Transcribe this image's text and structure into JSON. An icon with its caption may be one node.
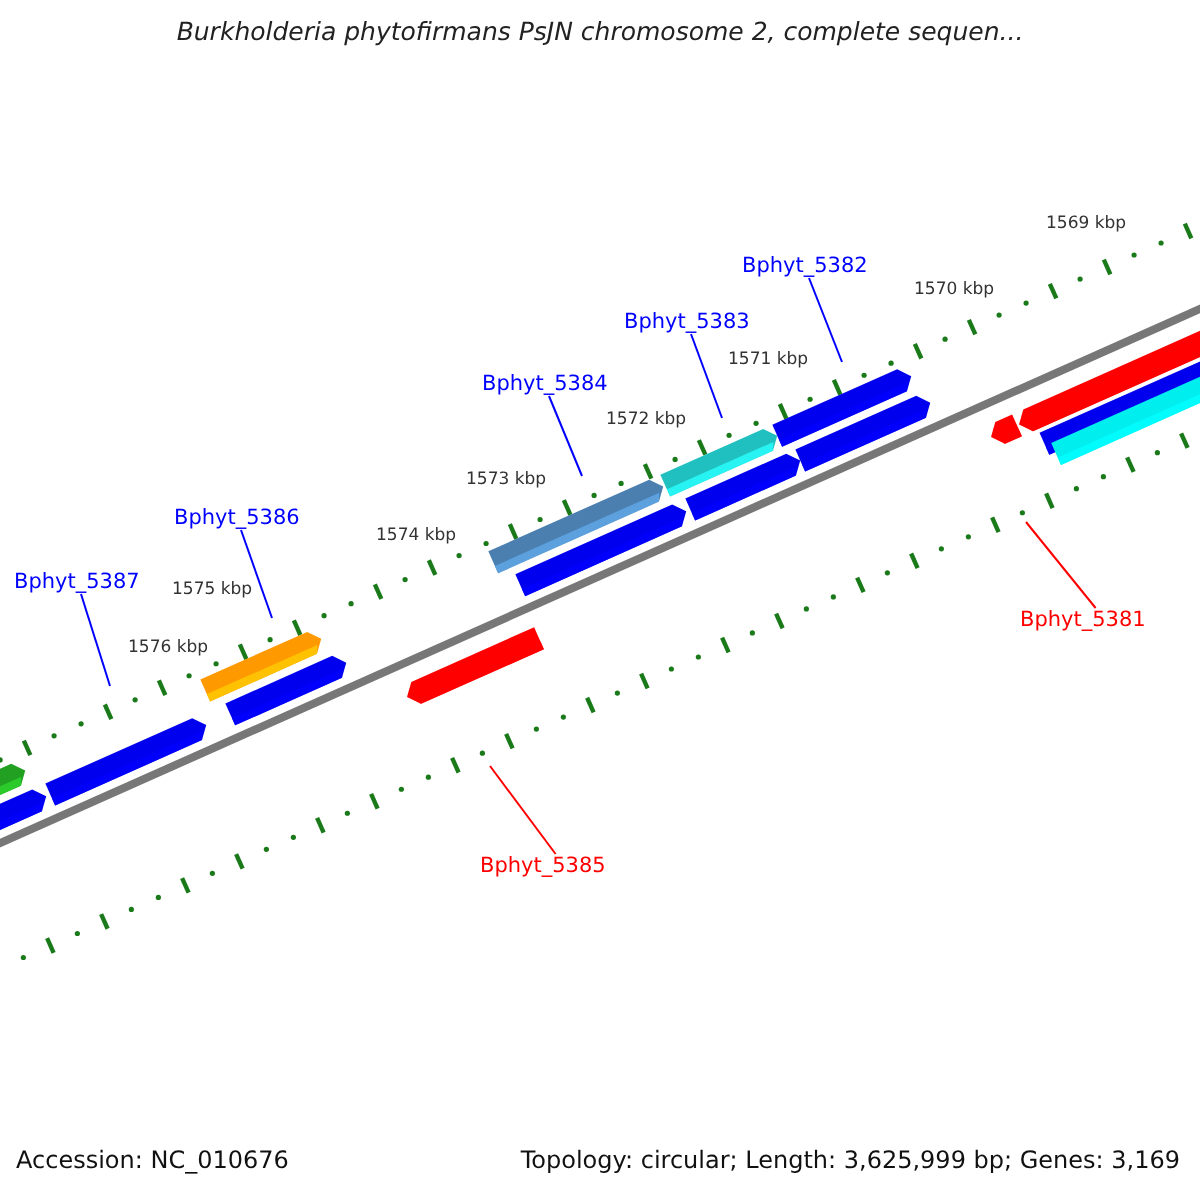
{
  "diagram": {
    "title": "Burkholderia phytofirmans PsJN chromosome 2, complete sequen...",
    "nodes": [
      {
        "text": [
          "Bphyt_5382"
        ]
      },
      {
        "text": [
          "Bphyt_5383"
        ]
      },
      {
        "text": [
          "Bphyt_5384"
        ]
      },
      {
        "text": [
          "Bphyt_5386"
        ]
      },
      {
        "text": [
          "Bphyt_5387"
        ]
      },
      {
        "text": [
          "Bphyt_5381"
        ]
      },
      {
        "text": [
          "Bphyt_5385"
        ]
      }
    ],
    "edges": [
      {
        "from": 0,
        "to": null,
        "arrow": "none"
      },
      {
        "from": 1,
        "to": null,
        "arrow": "none"
      },
      {
        "from": 2,
        "to": null,
        "arrow": "none"
      },
      {
        "from": 3,
        "to": null,
        "arrow": "none"
      },
      {
        "from": 4,
        "to": null,
        "arrow": "none"
      },
      {
        "from": 5,
        "to": null,
        "arrow": "none",
        "color": "#ff0000"
      },
      {
        "from": 6,
        "to": null,
        "arrow": "none",
        "color": "#ff0000"
      }
    ],
    "labels": [
      "1569 kbp",
      "1570 kbp",
      "1571 kbp",
      "1572 kbp",
      "1573 kbp",
      "1574 kbp",
      "1575 kbp",
      "1576 kbp",
      "Accession: NC_010676",
      "Topology: circular; Length: 3,625,999 bp; Genes: 3,169"
    ]
  }
}
